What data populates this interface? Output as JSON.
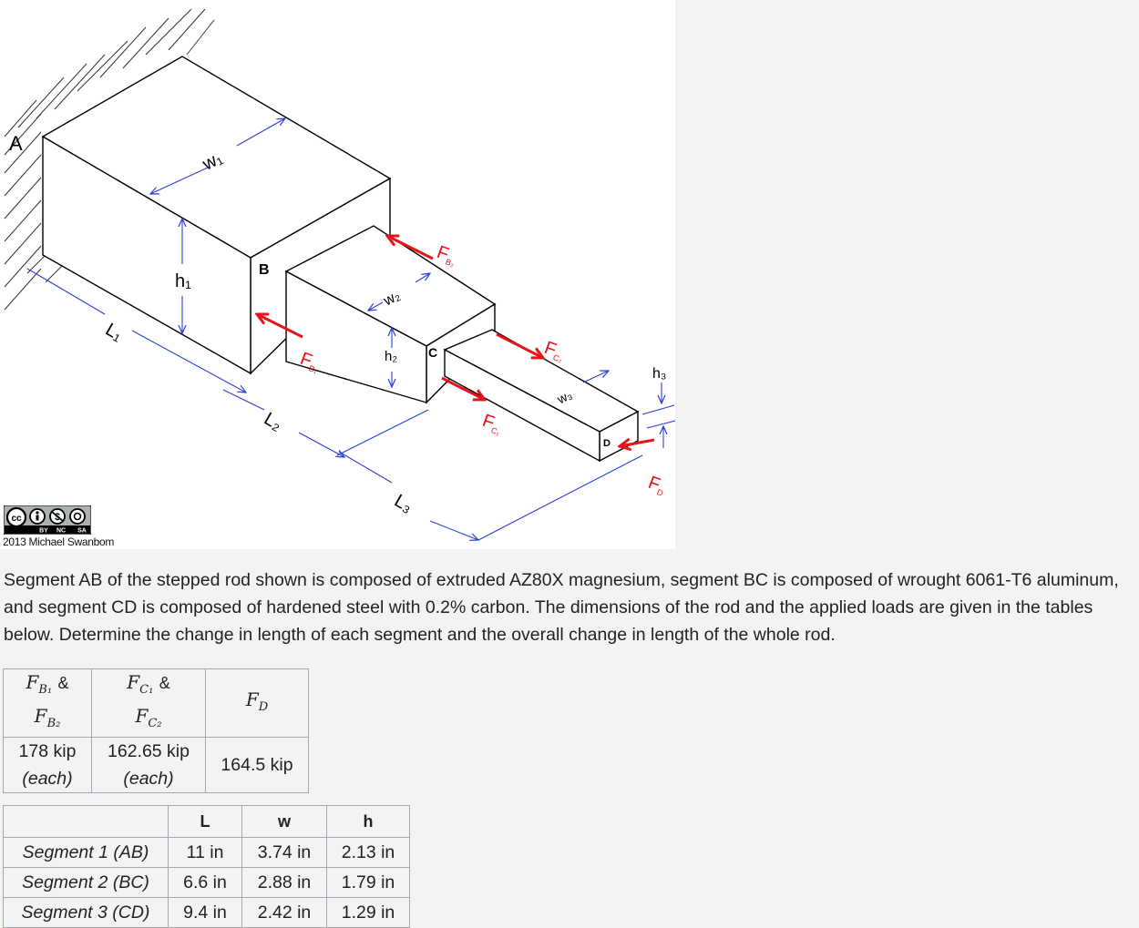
{
  "figure": {
    "labels": {
      "A": "A",
      "B": "B",
      "C": "C",
      "D": "D",
      "w1": "w₁",
      "w2": "w₂",
      "w3": "w₃",
      "h1": "h₁",
      "h2": "h₂",
      "h3": "h₃",
      "L1": "L₁",
      "L2": "L₂",
      "L3": "L₃",
      "FB1": "F",
      "FB1_sub": "B₁",
      "FB2": "F",
      "FB2_sub": "B₂",
      "FC1": "F",
      "FC1_sub": "C₁",
      "FC2": "F",
      "FC2_sub": "C₂",
      "FD": "F",
      "FD_sub": "D"
    },
    "license": {
      "cc": "cc",
      "by": "BY",
      "nc": "NC",
      "sa": "SA"
    },
    "credit": "2013 Michael Swanbom",
    "colors": {
      "force": "#e8141c",
      "dimension": "#2b3fd6",
      "outline": "#000000"
    }
  },
  "problem_text": "Segment AB of the stepped rod shown is composed of extruded AZ80X magnesium, segment BC is composed of wrought 6061-T6 aluminum, and segment CD is composed of hardened steel with 0.2% carbon. The dimensions of the rod and the applied loads are given in the tables below. Determine the change in length of each segment and the overall change in length of the whole rod.",
  "loads_table": {
    "headers": [
      {
        "a": "F",
        "a_sub": "B₁",
        "amp": "&",
        "b": "F",
        "b_sub": "B₂"
      },
      {
        "a": "F",
        "a_sub": "C₁",
        "amp": "&",
        "b": "F",
        "b_sub": "C₂"
      },
      {
        "a": "F",
        "a_sub": "D"
      }
    ],
    "values": [
      {
        "value": "178 kip",
        "note": "(each)"
      },
      {
        "value": "162.65 kip",
        "note": "(each)"
      },
      {
        "value": "164.5 kip"
      }
    ]
  },
  "dims_table": {
    "headers": [
      "",
      "L",
      "w",
      "h"
    ],
    "rows": [
      [
        "Segment 1 (AB)",
        "11 in",
        "3.74 in",
        "2.13 in"
      ],
      [
        "Segment 2 (BC)",
        "6.6 in",
        "2.88 in",
        "1.79 in"
      ],
      [
        "Segment 3 (CD)",
        "9.4 in",
        "2.42 in",
        "1.29 in"
      ]
    ]
  }
}
